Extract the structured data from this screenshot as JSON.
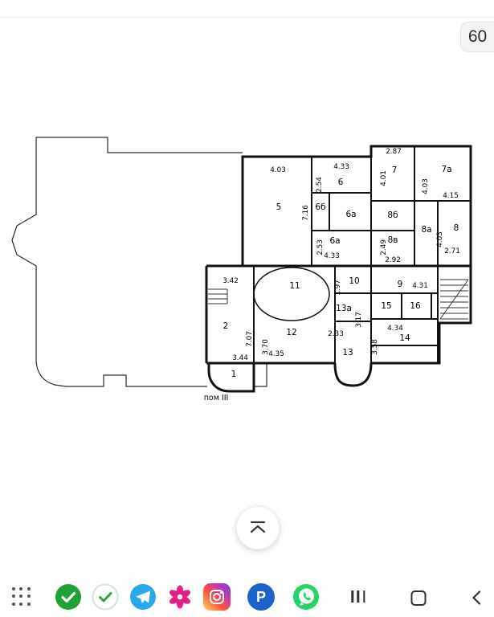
{
  "device": {
    "top_badge": "60"
  },
  "plan": {
    "note": "пом III",
    "rooms": {
      "r1": "1",
      "r2": "2",
      "r5": "5",
      "r6": "6",
      "r6b": "6б",
      "r6a_upper": "6а",
      "r6a_lower": "6а",
      "r7": "7",
      "r7a": "7а",
      "r8": "8",
      "r8a": "8а",
      "r8b": "8б",
      "r8v": "8в",
      "r9": "9",
      "r10": "10",
      "r11": "11",
      "r12": "12",
      "r13": "13",
      "r13a": "13а",
      "r14": "14",
      "r15": "15",
      "r16": "16"
    },
    "dims": {
      "top5": "4.03",
      "top6": "4.33",
      "top7": "2.87",
      "top8": "4.15",
      "h6b": "2.54",
      "w7": "4.01",
      "h7a": "4.03",
      "h5": "7.16",
      "h6a": "2.53",
      "h8v": "2.49",
      "h8": "4.03",
      "w8": "2.71",
      "w6a": "4.33",
      "w8v": "2.92",
      "w2": "3.42",
      "h10": "1.97",
      "w9": "4.31",
      "h2": "7.07",
      "h12": "3.70",
      "w13": "2.33",
      "h13a": "3.17",
      "w14": "4.34",
      "h13": "3.58",
      "w12": "4.35",
      "w1": "3.44"
    }
  },
  "dock": {
    "apps": [
      {
        "name": "app-drawer-icon"
      },
      {
        "name": "sber-icon"
      },
      {
        "name": "green-check-icon"
      },
      {
        "name": "telegram-icon"
      },
      {
        "name": "flower-app-icon"
      },
      {
        "name": "instagram-icon"
      },
      {
        "name": "blue-p-app-icon",
        "label": "P"
      },
      {
        "name": "whatsapp-icon"
      }
    ],
    "nav": [
      {
        "name": "recents"
      },
      {
        "name": "home"
      },
      {
        "name": "back"
      }
    ]
  },
  "colors": {
    "sber_green": "#21A038",
    "telegram_blue": "#29A9EB",
    "whatsapp_green": "#25D366",
    "flower_pink": "#E0218A",
    "blue_app": "#1E63C9",
    "wall_black": "#111111",
    "hairline": "#EDEDED"
  }
}
